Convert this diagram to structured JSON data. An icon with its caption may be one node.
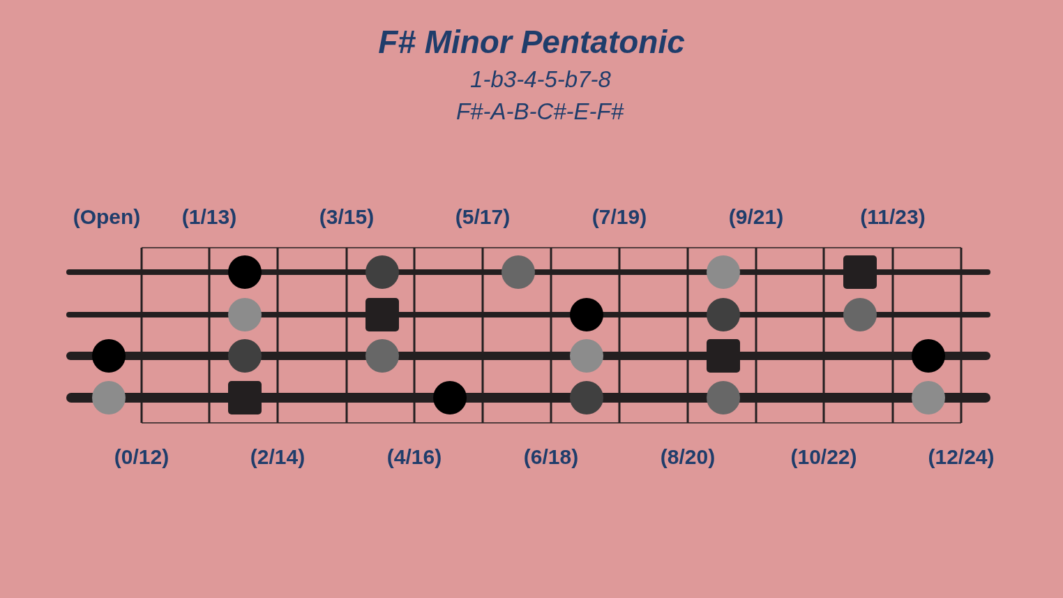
{
  "diagram": {
    "title": "F# Minor Pentatonic",
    "nodes": [
      {
        "text": [],
        "shape": "circle"
      },
      {
        "text": [],
        "shape": "circle"
      },
      {
        "text": [],
        "shape": "circle"
      },
      {
        "text": [],
        "shape": "circle"
      },
      {
        "text": [],
        "shape": "box"
      },
      {
        "text": [],
        "shape": "circle"
      },
      {
        "text": [],
        "shape": "box"
      },
      {
        "text": [],
        "shape": "circle"
      },
      {
        "text": [],
        "shape": "circle"
      },
      {
        "text": [],
        "shape": "circle"
      },
      {
        "text": [],
        "shape": "circle"
      },
      {
        "text": [],
        "shape": "circle"
      },
      {
        "text": [],
        "shape": "circle"
      },
      {
        "text": [],
        "shape": "circle"
      },
      {
        "text": [],
        "shape": "box"
      },
      {
        "text": [],
        "shape": "circle"
      },
      {
        "text": [],
        "shape": "circle"
      },
      {
        "text": [],
        "shape": "box"
      },
      {
        "text": [],
        "shape": "circle"
      },
      {
        "text": [],
        "shape": "circle"
      },
      {
        "text": [],
        "shape": "circle"
      },
      {
        "text": [],
        "shape": "circle"
      }
    ],
    "labels": [
      "1-b3-4-5-b7-8",
      "F#-A-B-C#-E-F#",
      "(Open)",
      "(1/13)",
      "(3/15)",
      "(5/17)",
      "(7/19)",
      "(9/21)",
      "(11/23)",
      "(0/12)",
      "(2/14)",
      "(4/16)",
      "(6/18)",
      "(8/20)",
      "(10/22)",
      "(12/24)"
    ]
  }
}
